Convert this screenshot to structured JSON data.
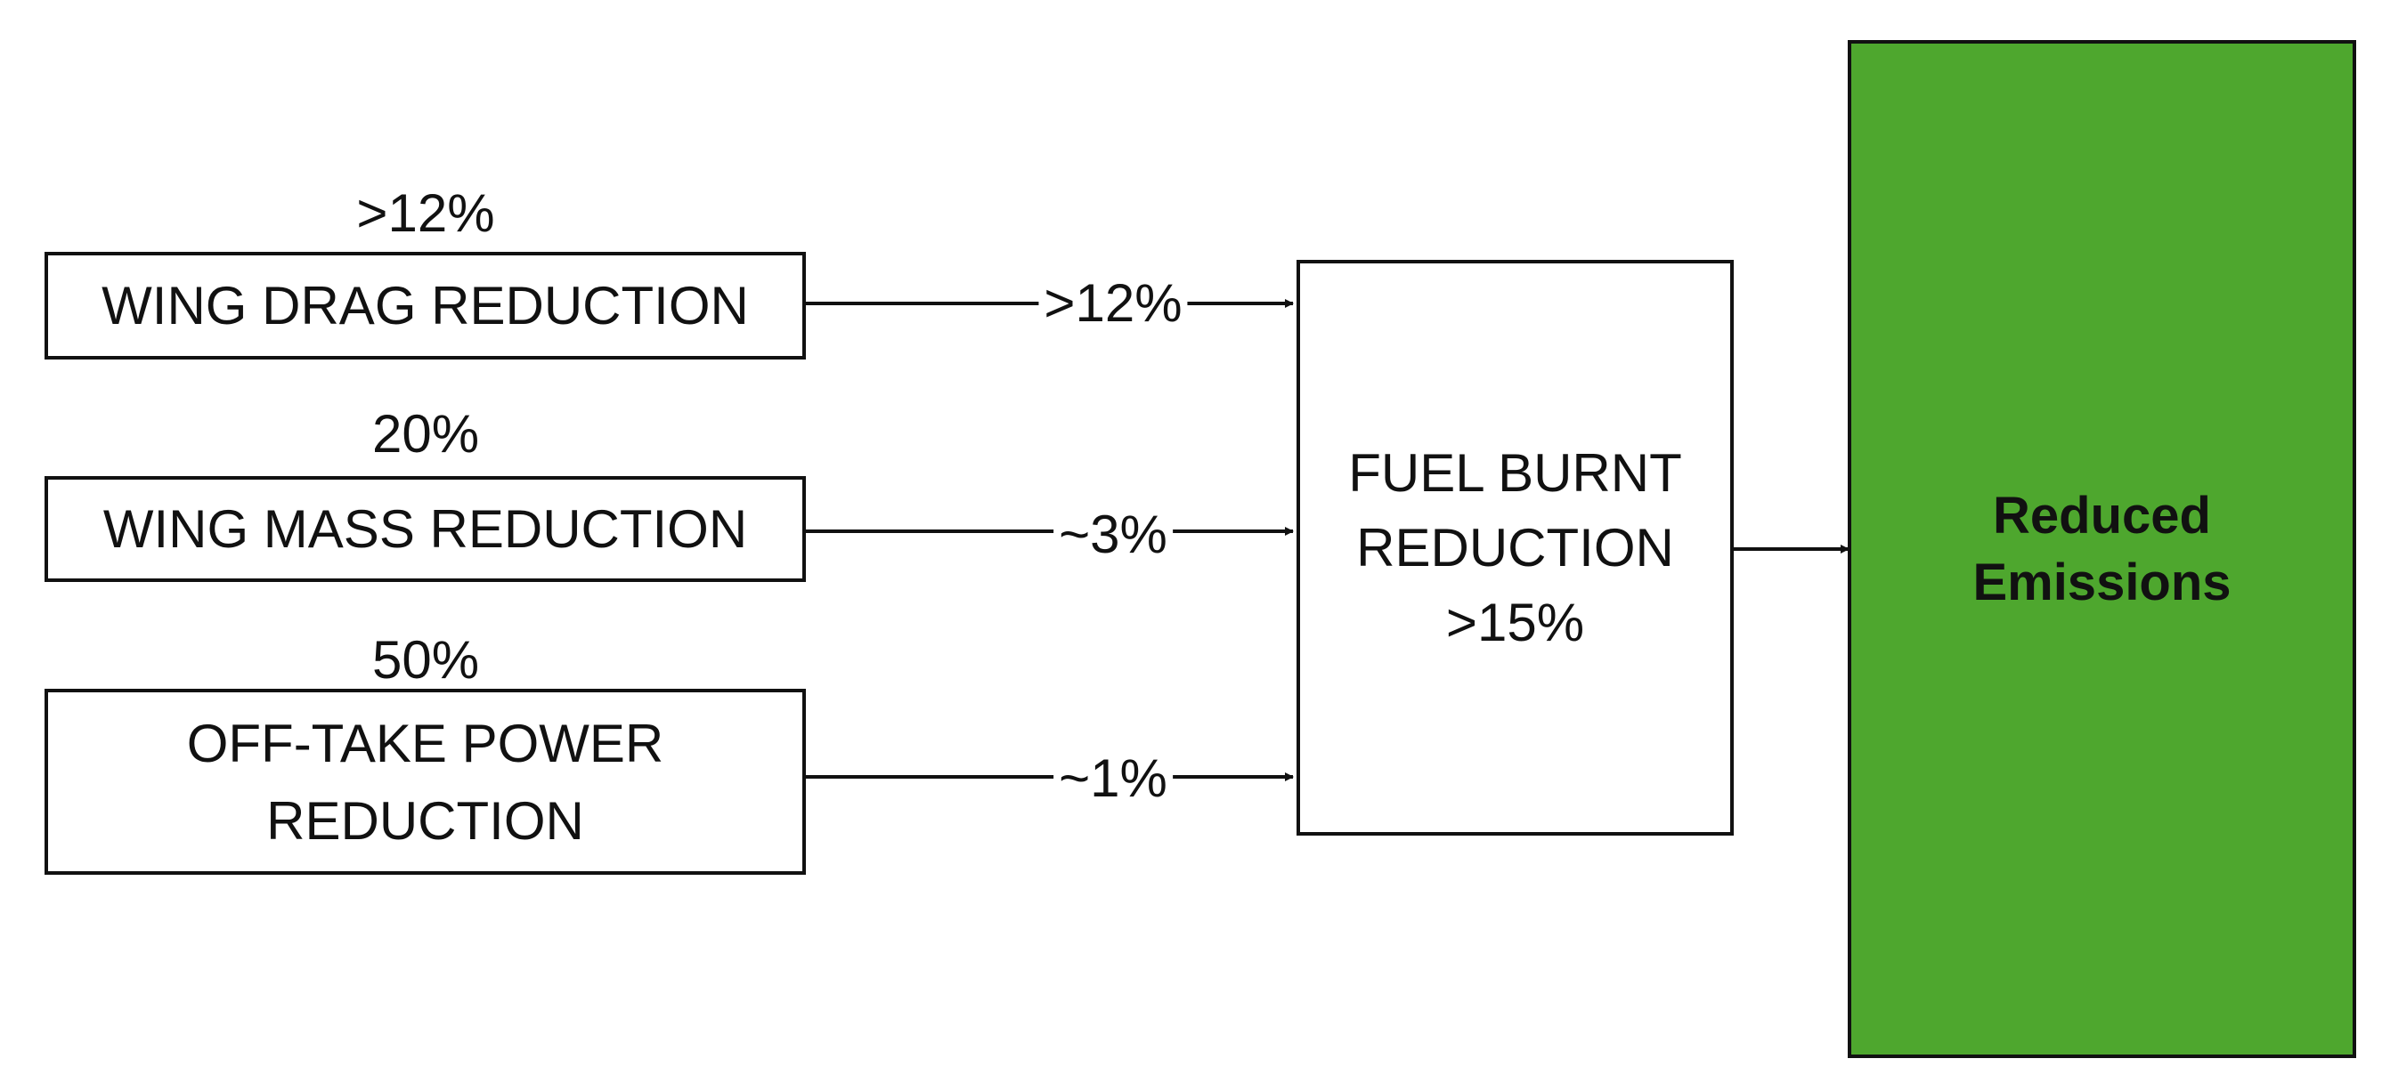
{
  "inputs": [
    {
      "name": "WING DRAG REDUCTION",
      "lines": [
        "WING DRAG REDUCTION"
      ],
      "value": ">12%",
      "contribution": ">12%"
    },
    {
      "name": "WING MASS REDUCTION",
      "lines": [
        "WING MASS REDUCTION"
      ],
      "value": "20%",
      "contribution": "~3%"
    },
    {
      "name": "OFF-TAKE POWER REDUCTION",
      "lines": [
        "OFF-TAKE POWER",
        "REDUCTION"
      ],
      "value": "50%",
      "contribution": "~1%"
    }
  ],
  "fuel_box": {
    "lines": [
      "FUEL BURNT",
      "REDUCTION",
      ">15%"
    ]
  },
  "result_box": {
    "lines": [
      "Reduced",
      "Emissions"
    ],
    "fill_color": "#4ea72e"
  },
  "colors": {
    "stroke": "#111111",
    "result_fill": "#4ea72e"
  }
}
